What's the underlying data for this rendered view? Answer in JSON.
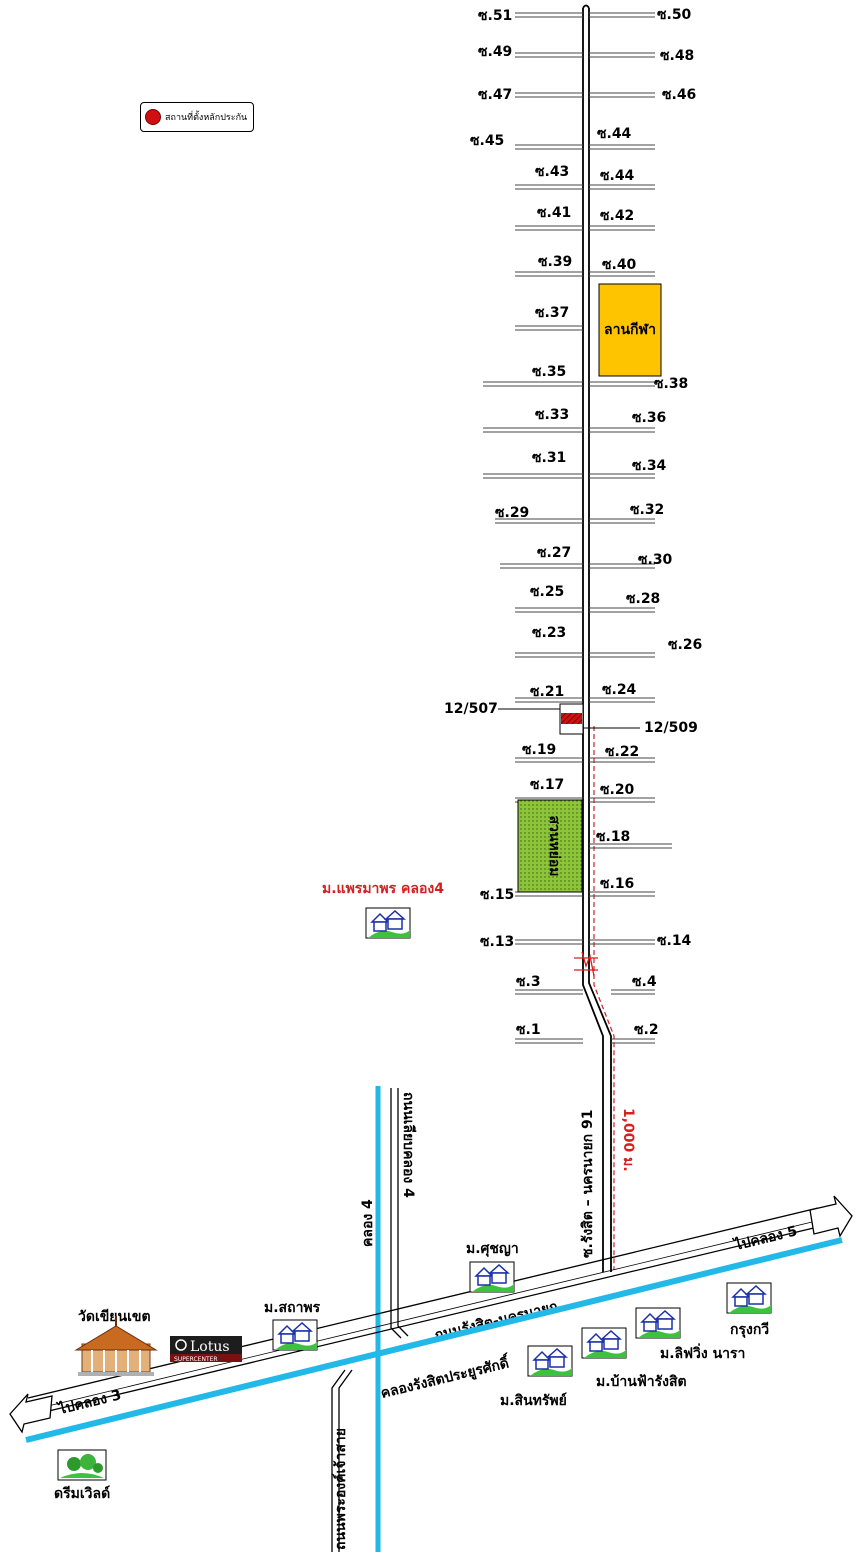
{
  "legend": {
    "text": "สถานที่ตั้งหลักประกัน",
    "color": "#d01010"
  },
  "soi_left": [
    "ซ.51",
    "ซ.49",
    "ซ.47",
    "ซ.45",
    "ซ.43",
    "ซ.41",
    "ซ.39",
    "ซ.37",
    "ซ.35",
    "ซ.33",
    "ซ.31",
    "ซ.29",
    "ซ.27",
    "ซ.25",
    "ซ.23",
    "ซ.21",
    "ซ.19",
    "ซ.17",
    "ซ.15",
    "ซ.13",
    "ซ.3",
    "ซ.1"
  ],
  "soi_right": [
    "ซ.50",
    "ซ.48",
    "ซ.46",
    "ซ.44",
    "ซ.44",
    "ซ.42",
    "ซ.40",
    "ซ.38",
    "ซ.36",
    "ซ.34",
    "ซ.32",
    "ซ.30",
    "ซ.28",
    "ซ.26",
    "ซ.24",
    "ซ.22",
    "ซ.20",
    "ซ.18",
    "ซ.16",
    "ซ.14",
    "ซ.4",
    "ซ.2"
  ],
  "plots": {
    "left": "12/507",
    "right": "12/509"
  },
  "places": {
    "stadium": "ลานกีฬา",
    "park": "สวนหย่อม",
    "prempaporn": "ม.แพรมาพร คลอง4",
    "distance": "1,000 ม.",
    "main_soi": "ซ.รังสิต – นครนายก 91",
    "canal4": "คลอง 4",
    "canal4_road": "ถนนเลียบคลอง 4",
    "rangsit_road": "ถนนรังสิต-นครนายก",
    "canal_main": "คลองรังสิตประยูรศักดิ์",
    "to_canal5": "ไปคลอง 5",
    "to_canal3": "ไปคลอง 3",
    "phra_ong_road": "ถนนพระองค์เจ้าสาย",
    "wat": "วัดเขียนเขต",
    "lotus": "Lotus",
    "lotus_sub": "SUPERCENTER",
    "sathaporn": "ม.สถาพร",
    "suchaya": "ม.ศุชญา",
    "sinsap": "ม.สินทรัพย์",
    "banfa": "ม.บ้านฟ้ารังสิต",
    "lifwing": "ม.ลิฟวิ่ง นารา",
    "krungkavi": "กรุงกวี",
    "dreamworld": "ดรีมเวิลด์"
  },
  "colors": {
    "canal": "#22b8e8",
    "stadium": "#ffc400",
    "park": "#8cc43a",
    "marker": "#d01010"
  }
}
